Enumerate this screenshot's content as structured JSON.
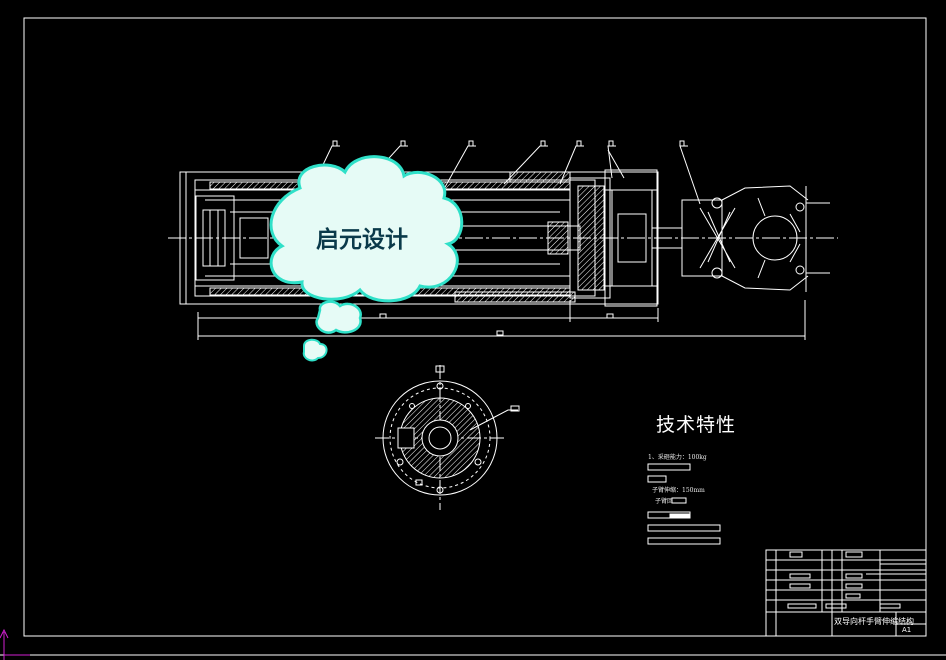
{
  "watermark": {
    "text": "启元设计"
  },
  "technical": {
    "title": "技术特性",
    "specs": [
      "1、采砸能力：100kg",
      "子臂伸缩：150mm",
      "子臂回"
    ]
  },
  "title_block": {
    "drawing_name": "双导向杆手臂伸缩结构",
    "sheet_size": "A1"
  },
  "colors": {
    "background": "#000000",
    "lines": "#ffffff",
    "cloud_fill": "#e6fbf6",
    "cloud_edge": "#2fe0c8",
    "ucs": "#d020d0"
  }
}
